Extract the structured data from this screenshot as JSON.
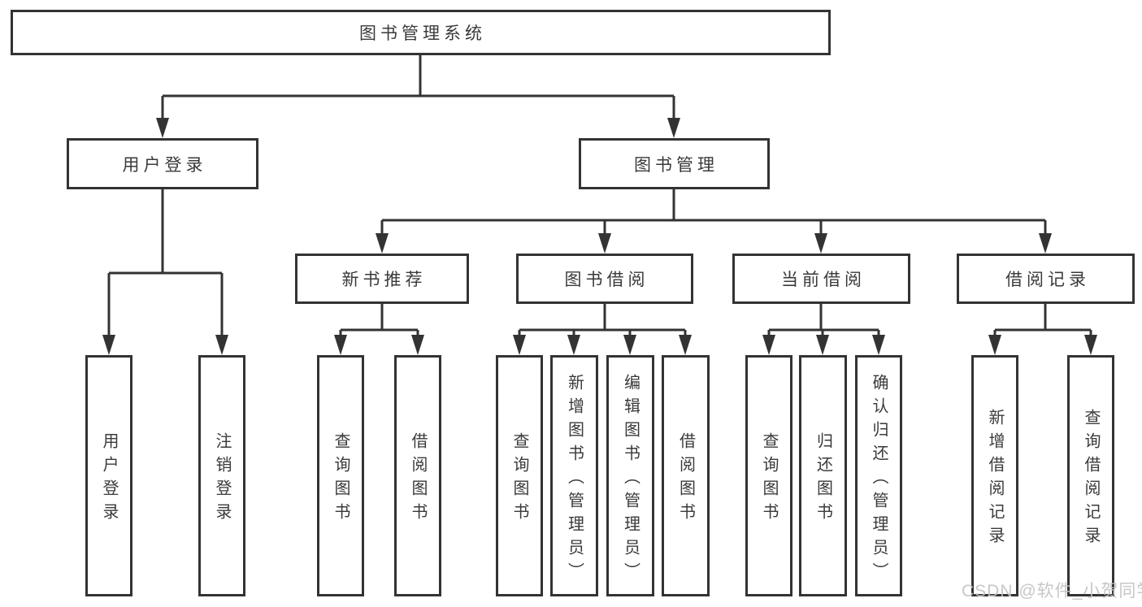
{
  "diagram": {
    "root": "图书管理系统",
    "modules": [
      {
        "label": "用户登录",
        "features": [
          {
            "label": "用户登录"
          },
          {
            "label": "注销登录"
          }
        ]
      },
      {
        "label": "图书管理",
        "submodules": [
          {
            "label": "新书推荐",
            "features": [
              {
                "label": "查询图书"
              },
              {
                "label": "借阅图书"
              }
            ]
          },
          {
            "label": "图书借阅",
            "features": [
              {
                "label": "查询图书"
              },
              {
                "label": "新增图书（管理员）"
              },
              {
                "label": "编辑图书（管理员）"
              },
              {
                "label": "借阅图书"
              }
            ]
          },
          {
            "label": "当前借阅",
            "features": [
              {
                "label": "查询图书"
              },
              {
                "label": "归还图书"
              },
              {
                "label": "确认归还（管理员）"
              }
            ]
          },
          {
            "label": "借阅记录",
            "features": [
              {
                "label": "新增借阅记录"
              },
              {
                "label": "查询借阅记录"
              }
            ]
          }
        ]
      }
    ]
  },
  "watermark": {
    "text": "CSDN @软件_小贺同学"
  },
  "colors": {
    "line": "#333333",
    "border": "#333333",
    "text": "#3a3a3a",
    "background": "#ffffff",
    "watermark": "#c3c3c3"
  }
}
